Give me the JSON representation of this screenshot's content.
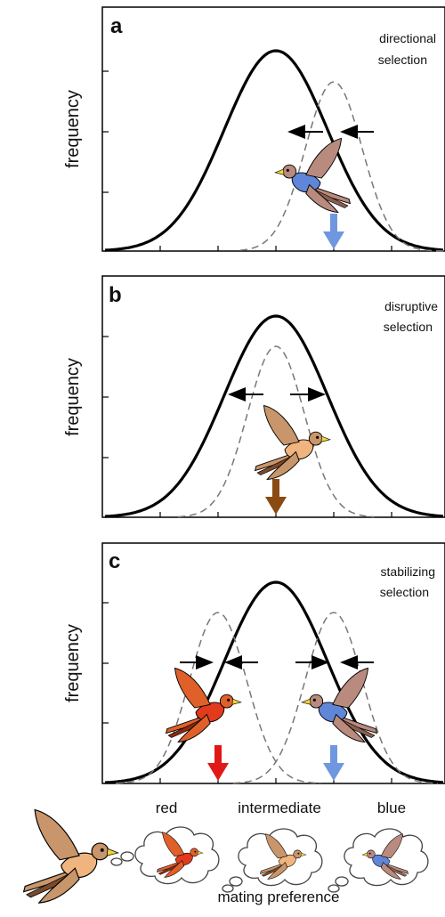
{
  "panels": [
    {
      "letter": "a",
      "annotation": [
        "directional",
        "selection"
      ],
      "ylabel": "frequency"
    },
    {
      "letter": "b",
      "annotation": [
        "disruptive",
        "selection"
      ],
      "ylabel": "frequency"
    },
    {
      "letter": "c",
      "annotation": [
        "stabilizing",
        "selection"
      ],
      "ylabel": "frequency"
    }
  ],
  "xaxis": {
    "left": "red",
    "center": "intermediate",
    "right": "blue",
    "label": "mating preference"
  },
  "colors": {
    "curve": "#000000",
    "dashed": "#777777",
    "blue_arrow": "#6f97e0",
    "brown_arrow": "#8a4a12",
    "red_arrow": "#e01818",
    "bird_brown": "#c9956a",
    "bird_rose": "#b98a7e",
    "bird_blue": "#5f86d8",
    "bird_red": "#e23a1c",
    "bird_orange": "#e0602a",
    "beak": "#f2d33a"
  }
}
